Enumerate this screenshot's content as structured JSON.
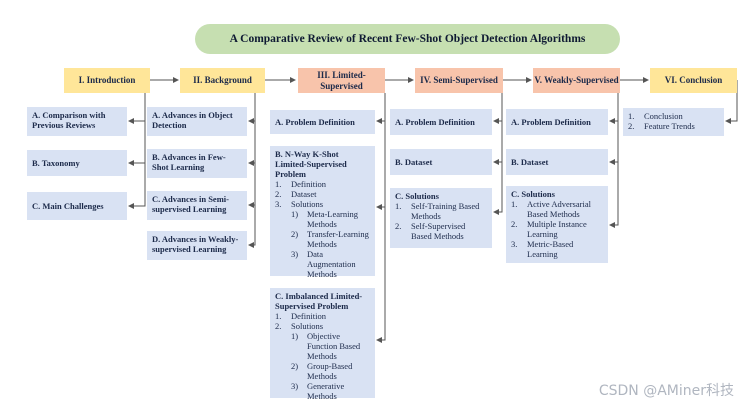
{
  "title": "A Comparative Review of Recent Few-Shot Object Detection Algorithms",
  "headers": {
    "intro": "I. Introduction",
    "background": "II. Background",
    "limited": "III. Limited-Supervised",
    "semi": "IV. Semi-Supervised",
    "weak": "V. Weakly-Supervised",
    "conclusion": "VI. Conclusion"
  },
  "intro": {
    "a": "A. Comparison with Previous Reviews",
    "b": "B. Taxonomy",
    "c": "C. Main Challenges"
  },
  "background": {
    "a": "A. Advances in Object Detection",
    "b": "B. Advances in Few-Shot Learning",
    "c": "C. Advances in Semi-supervised Learning",
    "d": "D. Advances in Weakly-supervised Learning"
  },
  "limited": {
    "a": "A. Problem Definition",
    "b_title": "B. N-Way K-Shot Limited-Supervised Problem",
    "b_items": [
      "Definition",
      "Dataset",
      "Solutions"
    ],
    "b_sub": [
      "Meta-Learning Methods",
      "Transfer-Learning Methods",
      "Data Augmentation Methods"
    ],
    "c_title": "C. Imbalanced Limited-Supervised Problem",
    "c_items": [
      "Definition",
      "Solutions"
    ],
    "c_sub": [
      "Objective Function Based Methods",
      "Group-Based Methods",
      "Generative Methods"
    ]
  },
  "semi": {
    "a": "A. Problem Definition",
    "b": "B. Dataset",
    "c_title": "C. Solutions",
    "c_items": [
      "Self-Training Based Methods",
      "Self-Supervised Based Methods"
    ]
  },
  "weak": {
    "a": "A. Problem Definition",
    "b": "B. Dataset",
    "c_title": "C. Solutions",
    "c_items": [
      "Active Adversarial Based Methods",
      "Multiple Instance Learning",
      "Metric-Based Learning"
    ]
  },
  "conclusion": {
    "items": [
      "Conclusion",
      "Feature Trends"
    ]
  },
  "watermark": "CSDN @AMiner科技",
  "colors": {
    "title_bg": "#c6dfb1",
    "header_yellow": "#ffe699",
    "header_salmon": "#f8c4ab",
    "box_blue": "#d9e2f3",
    "line": "#555555"
  }
}
